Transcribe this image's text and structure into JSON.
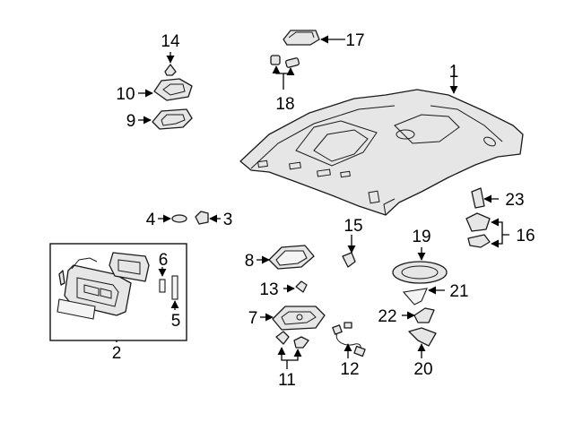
{
  "diagram": {
    "callouts": [
      {
        "id": "c1",
        "text": "1"
      },
      {
        "id": "c2",
        "text": "2"
      },
      {
        "id": "c3",
        "text": "3"
      },
      {
        "id": "c4",
        "text": "4"
      },
      {
        "id": "c5",
        "text": "5"
      },
      {
        "id": "c6",
        "text": "6"
      },
      {
        "id": "c7",
        "text": "7"
      },
      {
        "id": "c8",
        "text": "8"
      },
      {
        "id": "c9",
        "text": "9"
      },
      {
        "id": "c10",
        "text": "10"
      },
      {
        "id": "c11",
        "text": "11"
      },
      {
        "id": "c12",
        "text": "12"
      },
      {
        "id": "c13",
        "text": "13"
      },
      {
        "id": "c14",
        "text": "14"
      },
      {
        "id": "c15",
        "text": "15"
      },
      {
        "id": "c16",
        "text": "16"
      },
      {
        "id": "c17",
        "text": "17"
      },
      {
        "id": "c18",
        "text": "18"
      },
      {
        "id": "c19",
        "text": "19"
      },
      {
        "id": "c20",
        "text": "20"
      },
      {
        "id": "c21",
        "text": "21"
      },
      {
        "id": "c22",
        "text": "22"
      },
      {
        "id": "c23",
        "text": "23"
      }
    ],
    "colors": {
      "line": "#1a1a1a",
      "fill": "#e6e6e6",
      "background": "#ffffff"
    }
  }
}
